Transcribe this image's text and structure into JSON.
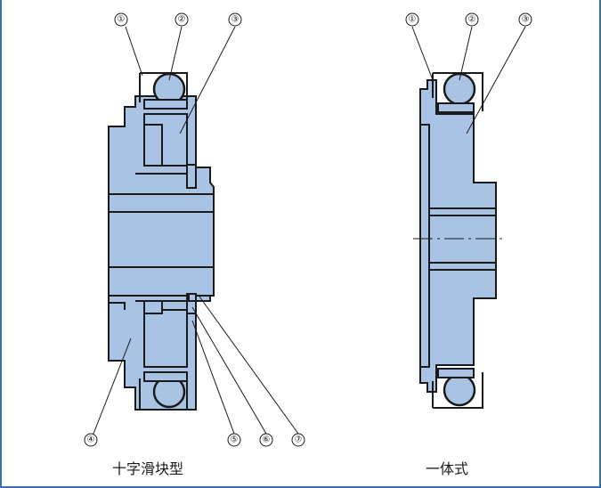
{
  "left_assembly": {
    "caption": "十字滑块型",
    "callouts": [
      "①",
      "②",
      "③",
      "④",
      "⑤",
      "⑥",
      "⑦"
    ]
  },
  "right_assembly": {
    "caption": "一体式",
    "callouts": [
      "①",
      "②",
      "③"
    ]
  },
  "colors": {
    "part_fill": "#a9c3e4",
    "outline": "#1a1a1a",
    "frame": "#3d6fa8"
  }
}
